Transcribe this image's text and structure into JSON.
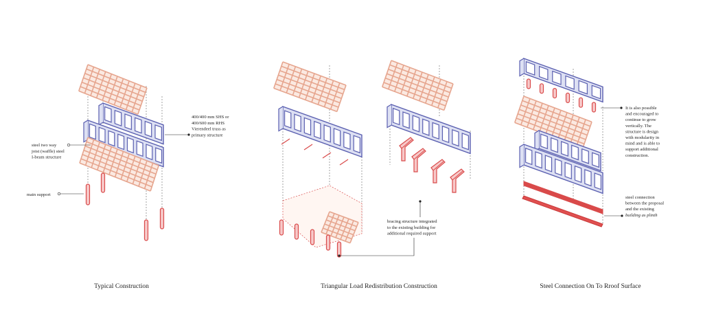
{
  "colors": {
    "grid_stroke": "#e6a58e",
    "grid_fill": "#fbe9e1",
    "truss_stroke": "#5a5fb0",
    "truss_fill": "#dde0f3",
    "support_stroke": "#d94a4a",
    "support_fill": "#f7c9c9",
    "line": "#333333"
  },
  "captions": {
    "typical": "Typical Construction",
    "triangular": "Triangular Load Redistribution Construction",
    "steel_connection": "Steel Connection On To Rroof Surface"
  },
  "annotations": {
    "vierendeel": [
      "400/400 mm SHS or",
      "400/600 mm RHS",
      "Vierendeel truss as",
      "primary structure"
    ],
    "waffle": [
      "steel two way",
      "joist (waffle) steel",
      "I-beam structure"
    ],
    "main_support": [
      "main support"
    ],
    "bracing": [
      "bracing structure integrated",
      "to the existing building for",
      "additional required support"
    ],
    "vertical_growth": [
      "It is also possible",
      "and encouraged to",
      "continue to grow",
      "vertically. The",
      "structure is design",
      "with modularity in",
      "mind and is able to",
      "support additional",
      "construction."
    ],
    "plinth": [
      "steel connection",
      "between the proposal",
      "and the existing",
      "building as plinth"
    ]
  }
}
